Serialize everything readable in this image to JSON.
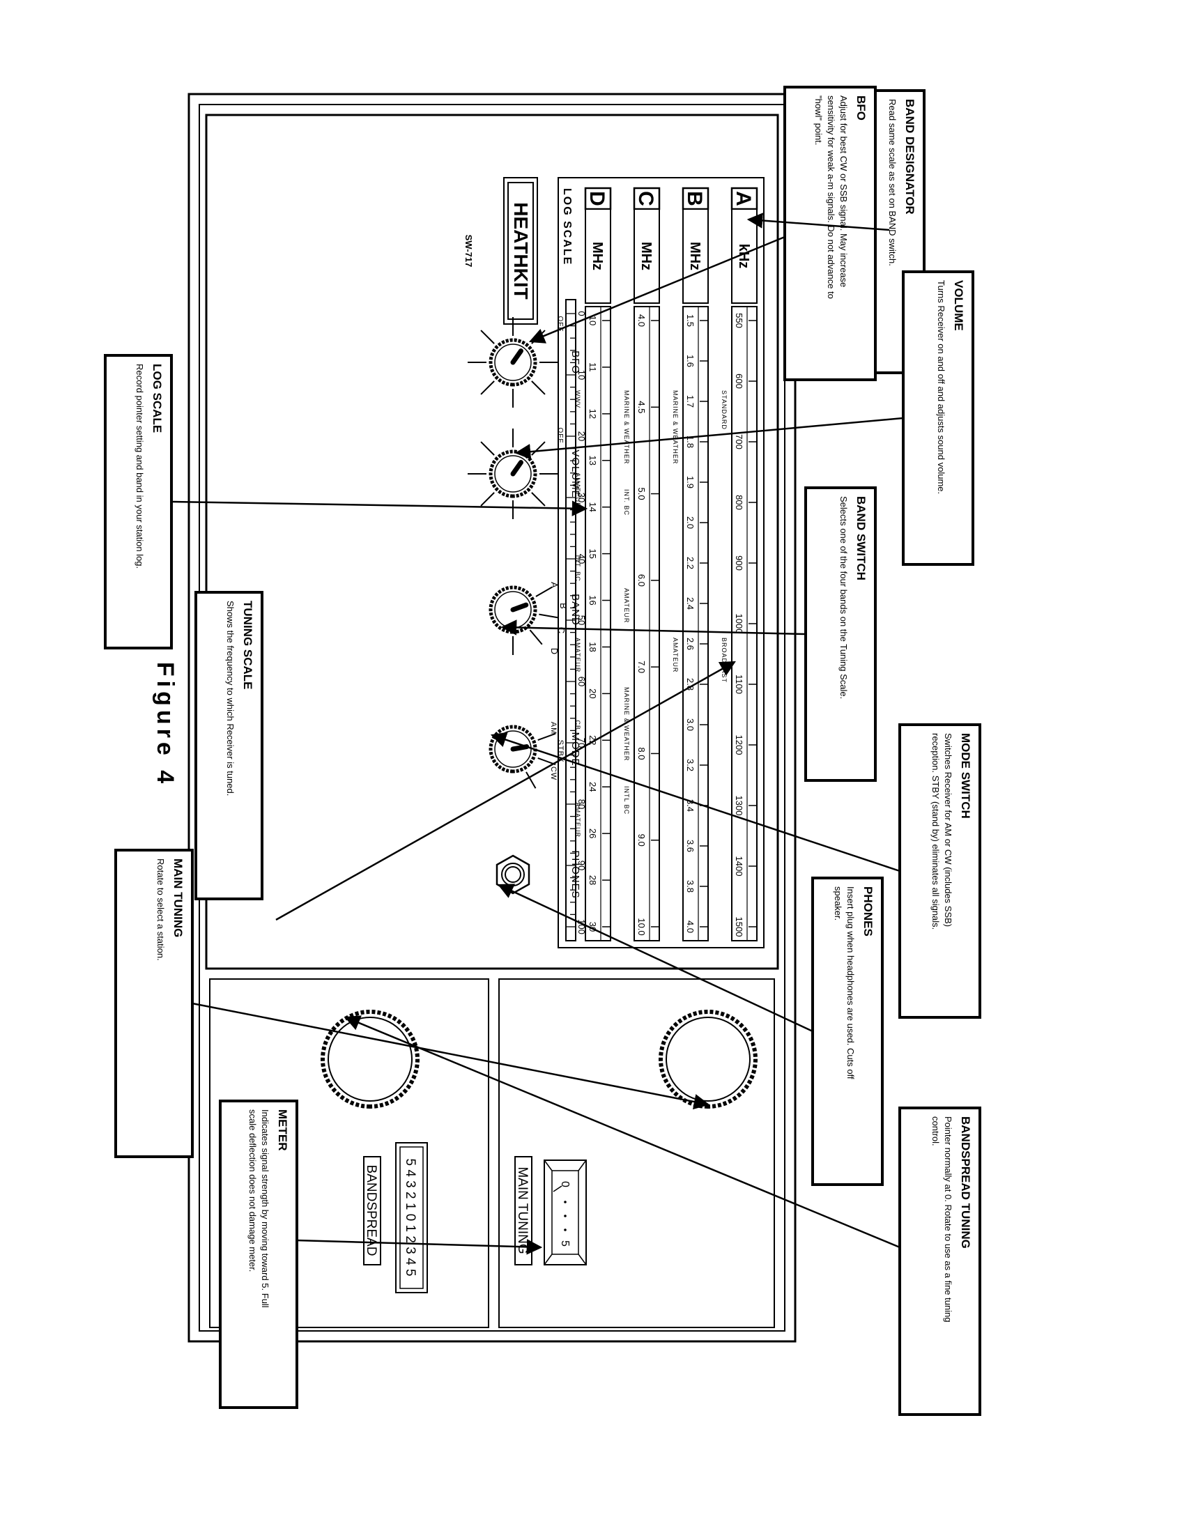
{
  "figure_caption": "Figure 4",
  "brand": {
    "name": "HEATHKIT",
    "model": "SW-717"
  },
  "callouts": {
    "band_designator": {
      "title": "BAND DESIGNATOR",
      "lines": [
        "Read same scale as set on BAND switch."
      ]
    },
    "log_scale": {
      "title": "LOG SCALE",
      "lines": [
        "Record pointer setting and band in your station log."
      ]
    },
    "tuning_scale": {
      "title": "TUNING SCALE",
      "lines": [
        "Shows the frequency to which Receiver is tuned."
      ]
    },
    "main_tuning": {
      "title": "MAIN TUNING",
      "lines": [
        "Rotate to select a station."
      ]
    },
    "meter": {
      "title": "METER",
      "lines": [
        "Indicates signal strength by moving toward 5. Full",
        "scale deflection does not damage meter."
      ]
    },
    "bfo": {
      "title": "BFO",
      "lines": [
        "Adjust for best CW or SSB signal. May increase",
        "sensitivity for weak a-m signals. Do not advance to",
        "\"howl\" point."
      ]
    },
    "volume": {
      "title": "VOLUME",
      "lines": [
        "Turns Receiver on and off and adjusts sound volume."
      ]
    },
    "band_switch": {
      "title": "BAND SWITCH",
      "lines": [
        "Selects one of the four bands on the Tuning Scale."
      ]
    },
    "mode_switch": {
      "title": "MODE SWITCH",
      "lines": [
        "Switches Receiver for AM or CW (includes SSB)",
        "reception. STBY (stand by) eliminates all signals."
      ]
    },
    "phones": {
      "title": "PHONES",
      "lines": [
        "Insert plug when headphones are used. Cuts off",
        "speaker."
      ]
    },
    "bandspread_tuning": {
      "title": "BANDSPREAD TUNING",
      "lines": [
        "Pointer normally at 0. Rotate to use as a fine tuning",
        "control."
      ]
    }
  },
  "dial": {
    "bands": [
      {
        "letter": "A",
        "unit": "kHz",
        "ticks": [
          "550",
          "600",
          "700",
          "800",
          "900",
          "1000",
          "1100",
          "1200",
          "1300",
          "1400",
          "1500"
        ],
        "service_labels": [
          "STANDARD",
          "BROADCAST"
        ]
      },
      {
        "letter": "B",
        "unit": "MHz",
        "ticks": [
          "1.5",
          "1.6",
          "1.7",
          "1.8",
          "1.9",
          "2.0",
          "2.2",
          "2.4",
          "2.6",
          "2.8",
          "3.0",
          "3.2",
          "3.4",
          "3.6",
          "3.8",
          "4.0"
        ],
        "service_labels": [
          "MARINE & WEATHER",
          "AMATEUR"
        ]
      },
      {
        "letter": "C",
        "unit": "MHz",
        "ticks": [
          "4.0",
          "4.5",
          "5.0",
          "6.0",
          "7.0",
          "8.0",
          "9.0",
          "10.0"
        ],
        "service_labels": [
          "MARINE & WEATHER",
          "INT. BC",
          "AMATEUR",
          "MARINE & WEATHER",
          "INTL BC"
        ]
      },
      {
        "letter": "D",
        "unit": "MHz",
        "ticks": [
          "10",
          "11",
          "12",
          "13",
          "14",
          "15",
          "16",
          "18",
          "20",
          "22",
          "24",
          "26",
          "28",
          "30"
        ],
        "service_labels": [
          "WWV",
          "AMATEUR",
          "INT. BC",
          "AMATEUR",
          "CB",
          "AMATEUR"
        ]
      }
    ],
    "log_scale": {
      "label": "LOG SCALE",
      "ticks": [
        "0",
        "10",
        "20",
        "30",
        "40",
        "50",
        "60",
        "70",
        "80",
        "90",
        "100"
      ]
    }
  },
  "controls": {
    "bfo": {
      "label": "BFO",
      "off_label": "OFF"
    },
    "volume": {
      "label": "VOLUME",
      "off_label": "OFF"
    },
    "band": {
      "label": "BAND",
      "positions": [
        "A",
        "B",
        "C",
        "D"
      ],
      "selected": "A"
    },
    "mode": {
      "label": "MODE",
      "positions": [
        "AM",
        "STBY",
        "CW"
      ],
      "selected": "AM"
    },
    "phones": {
      "label": "PHONES"
    }
  },
  "meter": {
    "scale_start": "0",
    "scale_end": "5"
  },
  "main_tuning_label": "MAIN TUNING",
  "bandspread": {
    "label": "BANDSPREAD",
    "scale": "5 4 3 2 1 0 1 2 3 4 5"
  }
}
